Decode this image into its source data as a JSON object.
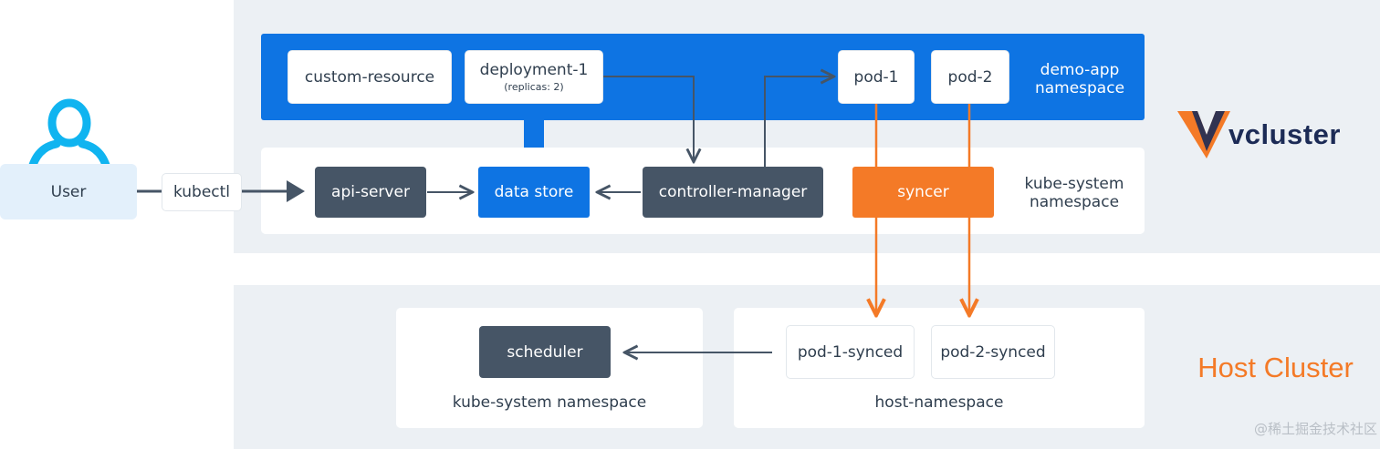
{
  "user": {
    "label": "User"
  },
  "kubectl": {
    "label": "kubectl"
  },
  "vcluster_brand": {
    "logo_text": "vcluster"
  },
  "demo_app_namespace": {
    "label_line1": "demo-app",
    "label_line2": "namespace",
    "custom_resource": "custom-resource",
    "deployment": "deployment-1",
    "deployment_sub": "(replicas: 2)",
    "pod1": "pod-1",
    "pod2": "pod-2"
  },
  "kube_system_virtual": {
    "label_line1": "kube-system",
    "label_line2": "namespace",
    "api_server": "api-server",
    "data_store": "data store",
    "controller_manager": "controller-manager",
    "syncer": "syncer"
  },
  "host_cluster": {
    "title": "Host Cluster",
    "kube_system_namespace": "kube-system namespace",
    "scheduler": "scheduler",
    "host_namespace": "host-namespace",
    "pod1_synced": "pod-1-synced",
    "pod2_synced": "pod-2-synced"
  },
  "watermark": "@稀土掘金技术社区",
  "colors": {
    "blue": "#0e74e3",
    "orange": "#f47a27",
    "dark_node": "#465566",
    "panel": "#ecf0f4",
    "user_icon": "#10b4f0",
    "logo_orange": "#f47a27",
    "logo_navy": "#1c2b56"
  }
}
